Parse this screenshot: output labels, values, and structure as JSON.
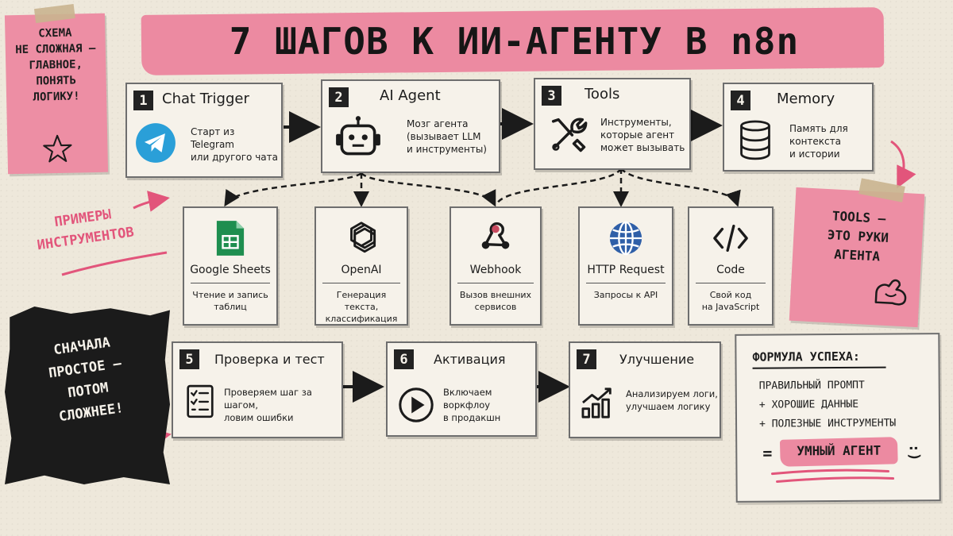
{
  "title": {
    "prefix": "7 ШАГОВ",
    "middle": " К ИИ-АГЕНТУ В ",
    "brand": "n8n"
  },
  "note_top_left": {
    "text": "СХЕМА\nНЕ СЛОЖНАЯ –\nГЛАВНОЕ,\nПОНЯТЬ\nЛОГИКУ!",
    "icon": "star-icon"
  },
  "steps": [
    {
      "num": "1",
      "title": "Chat Trigger",
      "desc": "Старт из Telegram\nили другого чата",
      "icon": "telegram-icon"
    },
    {
      "num": "2",
      "title": "AI Agent",
      "desc": "Мозг агента\n(вызывает LLM\nи инструменты)",
      "icon": "robot-icon"
    },
    {
      "num": "3",
      "title": "Tools",
      "desc": "Инструменты,\nкоторые агент\nможет вызывать",
      "icon": "wrench-screwdriver-icon"
    },
    {
      "num": "4",
      "title": "Memory",
      "desc": "Память для\nконтекста\nи истории",
      "icon": "database-icon"
    },
    {
      "num": "5",
      "title": "Проверка и тест",
      "desc": "Проверяем шаг за шагом,\nловим ошибки",
      "icon": "checklist-icon"
    },
    {
      "num": "6",
      "title": "Активация",
      "desc": "Включаем воркфлоу\nв продакшн",
      "icon": "play-icon"
    },
    {
      "num": "7",
      "title": "Улучшение",
      "desc": "Анализируем логи,\nулучшаем логику",
      "icon": "chart-growth-icon"
    }
  ],
  "examples_label": "ПРИМЕРЫ\nИНСТРУМЕНТОВ",
  "tools": [
    {
      "name": "Google Sheets",
      "desc": "Чтение и запись\nтаблиц",
      "icon": "google-sheets-icon",
      "color": "#1e8e4f"
    },
    {
      "name": "OpenAI",
      "desc": "Генерация текста,\nклассификация",
      "icon": "openai-icon"
    },
    {
      "name": "Webhook",
      "desc": "Вызов внешних\nсервисов",
      "icon": "webhook-icon",
      "color": "#c84a5f"
    },
    {
      "name": "HTTP Request",
      "desc": "Запросы к API",
      "icon": "globe-icon",
      "color": "#2f5fa8"
    },
    {
      "name": "Code",
      "desc": "Свой код\nна JavaScript",
      "icon": "code-icon"
    }
  ],
  "note_tools": {
    "text": "TOOLS –\nЭТО РУКИ\nАГЕНТА",
    "icon": "muscle-arm-icon"
  },
  "note_black": {
    "text": "СНАЧАЛА\nПРОСТОЕ –\nПОТОМ\nСЛОЖНЕЕ!"
  },
  "formula": {
    "heading": "ФОРМУЛА УСПЕХА:",
    "line1": "ПРАВИЛЬНЫЙ ПРОМПТ",
    "line2": "+ ХОРОШИЕ ДАННЫЕ",
    "line3": "+ ПОЛЕЗНЫЕ ИНСТРУМЕНТЫ",
    "result_prefix": "=",
    "result": "УМНЫЙ АГЕНТ",
    "smile": ":)"
  },
  "colors": {
    "accent": "#ec8aa1",
    "accent_text": "#e2557b",
    "dark": "#1b1b1b",
    "paper": "#f6f2ea"
  }
}
